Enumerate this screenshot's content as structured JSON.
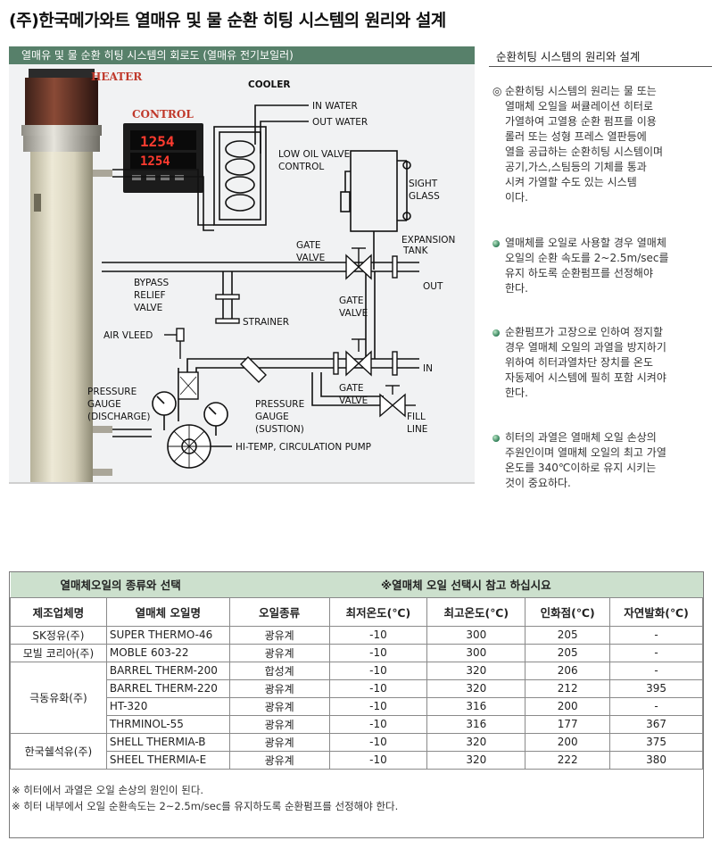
{
  "page_title": "(주)한국메가와트 열매유 및 물 순환 히팅 시스템의 원리와 설계",
  "diagram": {
    "header": "열매유 및 물 순환 히팅 시스템의 회로도 (열매유 전기보일러)",
    "labels": {
      "heater": "HEATER",
      "control": "CONTROL",
      "cooler": "COOLER",
      "in_water": "IN WATER",
      "out_water": "OUT WATER",
      "low_oil_valve": "LOW OIL VALVE",
      "control2": "CONTROL",
      "sight": "SIGHT",
      "glass": "GLASS",
      "expansion": "EXPANSION",
      "tank": "TANK",
      "gate_valve_1a": "GATE",
      "gate_valve_1b": "VALVE",
      "out": "OUT",
      "bypass1": "BYPASS",
      "bypass2": "RELIEF",
      "bypass3": "VALVE",
      "gate_valve_2a": "GATE",
      "gate_valve_2b": "VALVE",
      "air_vleed": "AIR VLEED",
      "strainer": "STRAINER",
      "in": "IN",
      "pressure_discharge_1": "PRESSURE",
      "pressure_discharge_2": "GAUGE",
      "pressure_discharge_3": "(DISCHARGE)",
      "gate_valve_3a": "GATE",
      "gate_valve_3b": "VALVE",
      "pressure_suction_1": "PRESSURE",
      "pressure_suction_2": "GAUGE",
      "pressure_suction_3": "(SUSTION)",
      "fill1": "FILL",
      "fill2": "LINE",
      "pump": "HI-TEMP, CIRCULATION PUMP",
      "display1": "1254",
      "display2": "1254"
    }
  },
  "side_panel": {
    "title": "순환히팅 시스템의 원리와 설계",
    "items": [
      {
        "bullet": "◎",
        "lines": [
          "순환히팅 시스템의 원리는 물 또는",
          "열매체 오일을 써큘레이션 히터로",
          "가열하여 고열용 순환 펌프를 이용",
          "롤러 또는 성형 프레스 열판등에",
          "열을 공급하는 순환히팅 시스템이며",
          "공기,가스,스팀등의 기체를 통과",
          "시켜 가열할 수도 있는 시스템",
          "이다."
        ]
      },
      {
        "bullet": "dot",
        "lines": [
          "열매체를 오일로 사용할 경우 열매체",
          "오일의 순환 속도를 2~2.5m/sec를",
          "유지 하도록 순환펌프를 선정해야",
          "한다."
        ]
      },
      {
        "bullet": "dot",
        "lines": [
          "순환펌프가 고장으로 인하여 정지할",
          "경우 열매체 오일의 과열을 방지하기",
          "위하여 히터과열차단 장치를 온도",
          "자동제어 시스템에 필히 포함 시켜야",
          "한다."
        ]
      },
      {
        "bullet": "dot",
        "lines": [
          "히터의 과열은 열매체 오일 손상의",
          "주원인이며 열매체 오일의 최고 가열",
          "온도를 340℃이하로 유지 시키는",
          "것이 중요하다."
        ]
      }
    ]
  },
  "oil_table": {
    "title_left": "열매체오일의 종류와 선택",
    "title_right": "※열매체 오일 선택시 참고 하십시요",
    "columns": [
      "제조업체명",
      "열매체 오일명",
      "오일종류",
      "최저온도(℃)",
      "최고온도(℃)",
      "인화점(℃)",
      "자연발화(℃)"
    ],
    "groups": [
      {
        "maker": "SK정유(주)",
        "rows": [
          [
            "SUPER THERMO-46",
            "광유계",
            "-10",
            "300",
            "205",
            "-"
          ]
        ]
      },
      {
        "maker": "모빌 코리아(주)",
        "rows": [
          [
            "MOBLE 603-22",
            "광유계",
            "-10",
            "300",
            "205",
            "-"
          ]
        ]
      },
      {
        "maker": "극동유화(주)",
        "rows": [
          [
            "BARREL THERM-200",
            "합성계",
            "-10",
            "320",
            "206",
            "-"
          ],
          [
            "BARREL THERM-220",
            "광유계",
            "-10",
            "320",
            "212",
            "395"
          ],
          [
            "HT-320",
            "광유계",
            "-10",
            "316",
            "200",
            "-"
          ],
          [
            "THRMINOL-55",
            "광유계",
            "-10",
            "316",
            "177",
            "367"
          ]
        ]
      },
      {
        "maker": "한국쉘석유(주)",
        "rows": [
          [
            "SHELL THERMIA-B",
            "광유계",
            "-10",
            "320",
            "200",
            "375"
          ],
          [
            "SHEEL THERMIA-E",
            "광유계",
            "-10",
            "320",
            "222",
            "380"
          ]
        ]
      }
    ],
    "notes": [
      "※ 히터에서 과열은 오일 손상의 원인이 된다.",
      "※ 히터 내부에서 오일 순환속도는 2~2.5m/sec를 유지하도록 순환펌프를 선정해야 한다."
    ]
  }
}
